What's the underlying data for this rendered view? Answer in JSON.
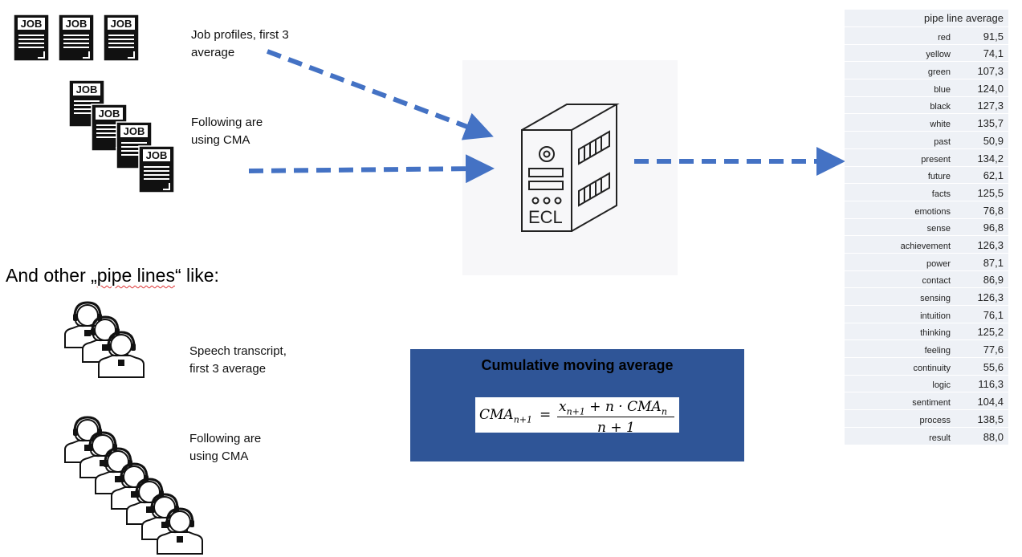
{
  "labels": {
    "job_first": [
      "Job profiles, first 3",
      "average"
    ],
    "job_following": [
      "Following are",
      "using CMA"
    ],
    "other_prefix": "And other „",
    "other_squig": "pipe lines",
    "other_suffix": "“ like:",
    "speech_first": [
      "Speech transcript,",
      "first 3 average"
    ],
    "speech_following": [
      "Following are",
      "using CMA"
    ]
  },
  "icons": {
    "job_text": "JOB",
    "server_text": "ECL"
  },
  "cma": {
    "title": "Cumulative moving average",
    "lhs": "CMA",
    "lhs_sub": "n+1",
    "eq": "=",
    "num_x": "x",
    "num_x_sub": "n+1",
    "num_rest": " + n · CMA",
    "num_rest_sub": "n",
    "den": "n + 1"
  },
  "table": {
    "header": "pipe line average",
    "rows": [
      [
        "red",
        "91,5"
      ],
      [
        "yellow",
        "74,1"
      ],
      [
        "green",
        "107,3"
      ],
      [
        "blue",
        "124,0"
      ],
      [
        "black",
        "127,3"
      ],
      [
        "white",
        "135,7"
      ],
      [
        "past",
        "50,9"
      ],
      [
        "present",
        "134,2"
      ],
      [
        "future",
        "62,1"
      ],
      [
        "facts",
        "125,5"
      ],
      [
        "emotions",
        "76,8"
      ],
      [
        "sense",
        "96,8"
      ],
      [
        "achievement",
        "126,3"
      ],
      [
        "power",
        "87,1"
      ],
      [
        "contact",
        "86,9"
      ],
      [
        "sensing",
        "126,3"
      ],
      [
        "intuition",
        "76,1"
      ],
      [
        "thinking",
        "125,2"
      ],
      [
        "feeling",
        "77,6"
      ],
      [
        "continuity",
        "55,6"
      ],
      [
        "logic",
        "116,3"
      ],
      [
        "sentiment",
        "104,4"
      ],
      [
        "process",
        "138,5"
      ],
      [
        "result",
        "88,0"
      ]
    ]
  },
  "colors": {
    "arrow": "#4472c4",
    "cma_box": "#2f5597"
  }
}
